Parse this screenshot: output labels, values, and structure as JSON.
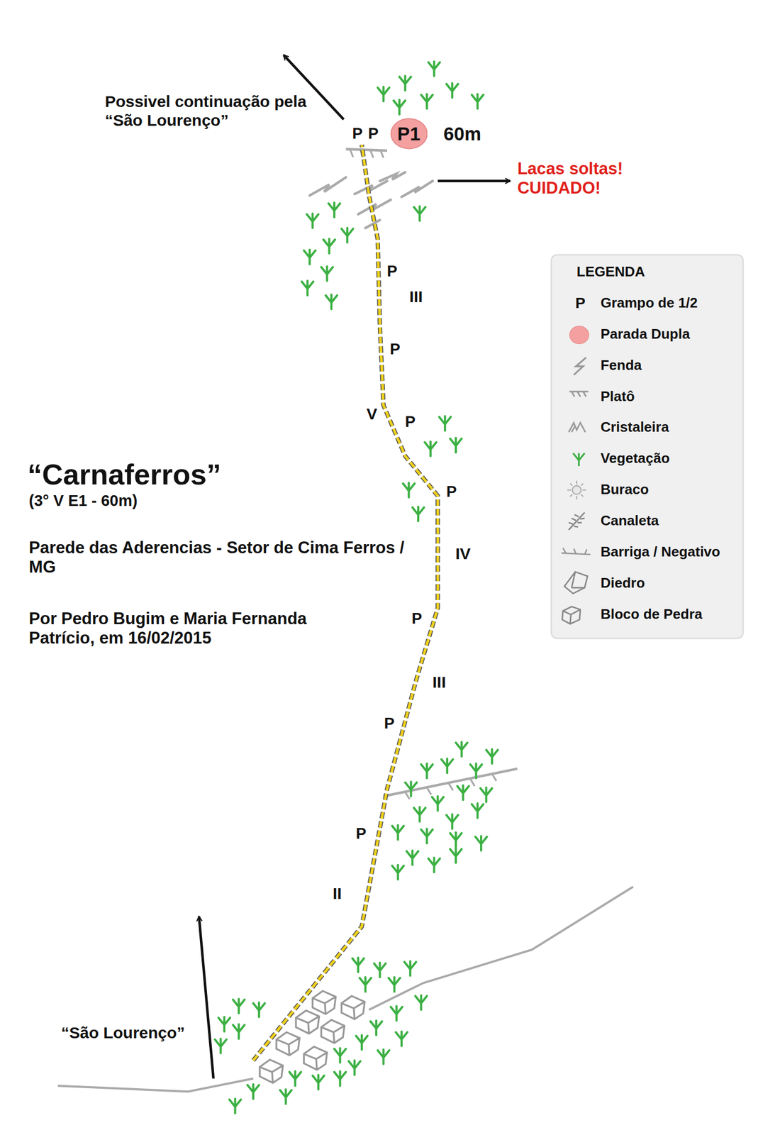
{
  "diagram": {
    "title": "“Carnaferros”",
    "nodes": [
      {
        "text": [
          "P1"
        ]
      }
    ],
    "labels": [
      "Possivel continuação pela “São Lourenço”",
      "P",
      "P",
      "60m",
      "Lacas soltas! CUIDADO!",
      "P",
      "III",
      "P",
      "V",
      "P",
      "(3° V E1 - 60m)",
      "P",
      "IV",
      "Parede das Aderencias - Setor de Cima Ferros / MG",
      "Por Pedro Bugim e Maria Fernanda Patrício, em 16/02/2015",
      "P",
      "III",
      "P",
      "P",
      "II",
      "“São Lourenço”",
      "LEGENDA",
      "P"
    ],
    "legend": [
      {
        "text": "Grampo de 1/2"
      },
      {
        "text": "Parada Dupla",
        "color": "#f4a0a0"
      },
      {
        "text": "Fenda"
      },
      {
        "text": "Platô"
      },
      {
        "text": "Cristaleira"
      },
      {
        "text": "Vegetação"
      },
      {
        "text": "Buraco"
      },
      {
        "text": "Canaleta"
      },
      {
        "text": "Barriga / Negativo"
      },
      {
        "text": "Diedro"
      },
      {
        "text": "Bloco de Pedra"
      }
    ]
  }
}
